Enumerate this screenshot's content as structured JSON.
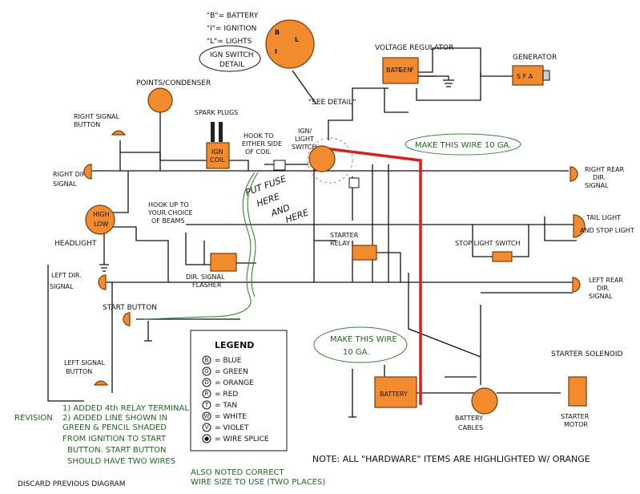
{
  "ign_detail": {
    "line_b": "\"B\"= BATTERY",
    "line_i": "\"I\"= IGNITION",
    "line_l": "\"L\"= LIGHTS",
    "title1": "IGN SWITCH",
    "title2": "DETAIL",
    "term_b": "B",
    "term_i": "I",
    "term_l": "L"
  },
  "labels": {
    "voltage_regulator": "VOLTAGE REGULATOR",
    "vr_batt": "BATT",
    "vr_gen": "GEN",
    "vr_f": "F",
    "generator": "GENERATOR",
    "gen_sf": "S F A",
    "points_condenser": "POINTS/CONDENSER",
    "see_detail": "\"SEE DETAIL\"",
    "spark_plugs": "SPARK PLUGS",
    "ign_coil1": "IGN",
    "ign_coil2": "COIL",
    "hook_coil1": "HOOK TO",
    "hook_coil2": "EITHER SIDE",
    "hook_coil3": "OF COIL",
    "ign_light1": "IGN/",
    "ign_light2": "LIGHT",
    "ign_light3": "SWITCH",
    "right_signal_btn1": "RIGHT SIGNAL",
    "right_signal_btn2": "BUTTON",
    "right_dir1": "RIGHT DIR.",
    "right_dir2": "SIGNAL",
    "right_rear1": "RIGHT REAR",
    "right_rear2": "DIR.",
    "right_rear3": "SIGNAL",
    "hook_beam1": "HOOK UP TO",
    "hook_beam2": "YOUR CHOICE",
    "hook_beam3": "OF BEAMS",
    "headlight": "HEADLIGHT",
    "high": "HIGH",
    "low": "LOW",
    "put_fuse1": "PUT FUSE",
    "put_fuse2": "HERE",
    "and_here1": "AND",
    "and_here2": "HERE",
    "tail_light1": "TAIL LIGHT",
    "tail_light2": "AND STOP LIGHT",
    "stop_switch": "STOP LIGHT SWITCH",
    "starter_relay1": "STARTER",
    "starter_relay2": "RELAY",
    "dir_flasher1": "DIR. SIGNAL",
    "dir_flasher2": "FLASHER",
    "left_dir1": "LEFT DIR.",
    "left_dir2": "SIGNAL",
    "left_rear1": "LEFT REAR",
    "left_rear2": "DIR.",
    "left_rear3": "SIGNAL",
    "start_button": "START BUTTON",
    "left_signal_btn1": "LEFT SIGNAL",
    "left_signal_btn2": "BUTTON",
    "starter_solenoid": "STARTER SOLENOID",
    "battery": "BATTERY",
    "battery_cables1": "BATTERY",
    "battery_cables2": "CABLES",
    "starter_motor1": "STARTER",
    "starter_motor2": "MOTOR",
    "note": "NOTE: ALL \"HARDWARE\" ITEMS ARE HIGHLIGHTED W/ ORANGE",
    "make_wire_top": "MAKE THIS WIRE 10 GA.",
    "make_wire_bottom1": "MAKE THIS WIRE",
    "make_wire_bottom2": "10 GA."
  },
  "legend": {
    "title": "LEGEND",
    "items": [
      {
        "code": "B",
        "text": "= BLUE"
      },
      {
        "code": "G",
        "text": "= GREEN"
      },
      {
        "code": "O",
        "text": "= ORANGE"
      },
      {
        "code": "R",
        "text": "= RED"
      },
      {
        "code": "T",
        "text": "= TAN"
      },
      {
        "code": "W",
        "text": "= WHITE"
      },
      {
        "code": "V",
        "text": "= VIOLET"
      },
      {
        "code": "●",
        "text": "= WIRE SPLICE"
      }
    ]
  },
  "revision": {
    "label": "REVISION",
    "line1": "1) ADDED 4th RELAY TERMINAL",
    "line2": "2) ADDED LINE SHOWN IN",
    "line3": "GREEN & PENCIL SHADED",
    "line4": "FROM IGNITION TO START",
    "line5": "BUTTON. START BUTTON",
    "line6": "SHOULD HAVE TWO WIRES",
    "line7": "DISCARD PREVIOUS DIAGRAM",
    "note3a": "ALSO NOTED CORRECT",
    "note3b": "WIRE SIZE TO USE (TWO PLACES)"
  },
  "colors": {
    "hardware": "#f28a2e",
    "highlight_wire": "#e01b1b",
    "revision_ink": "#1d6a1d"
  }
}
